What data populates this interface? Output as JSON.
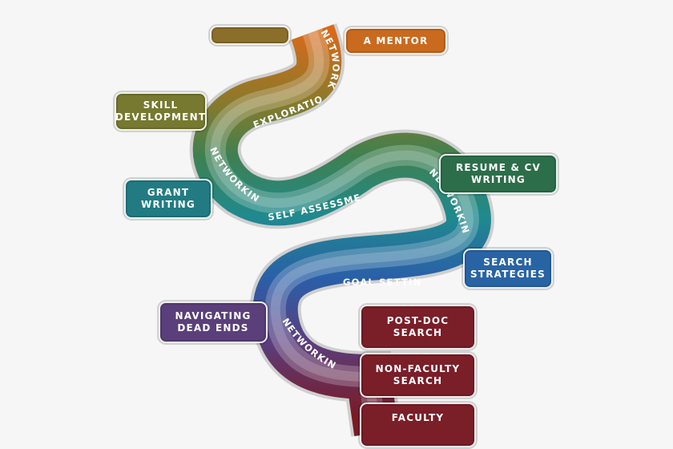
{
  "colors": {
    "orange": "#c96a1e",
    "olive": "#76792f",
    "green": "#2c6e4a",
    "teal": "#227b83",
    "blue": "#2864a4",
    "purple": "#5a3f7a",
    "maroon": "#7a1e28"
  },
  "boxes": {
    "top_left": "",
    "mentor": "A MENTOR",
    "skill": "SKILL\nDEVELOPMENT",
    "resume": "RESUME & CV\nWRITING",
    "grant": "GRANT\nWRITING",
    "search_strategies": "SEARCH\nSTRATEGIES",
    "dead_ends": "NAVIGATING\nDEAD ENDS",
    "postdoc": "POST-DOC\nSEARCH",
    "nonfaculty": "NON-FACULTY\nSEARCH",
    "faculty": "FACULTY"
  },
  "path_labels": {
    "networking_top": "NETWORKING",
    "exploration": "EXPLORATION",
    "networking_left": "NETWORKING",
    "self_assessment": "SELF ASSESSMENT",
    "networking_right": "NETWORKING",
    "goal_setting": "GOAL SETTING",
    "networking_bottom": "NETWORKING"
  }
}
